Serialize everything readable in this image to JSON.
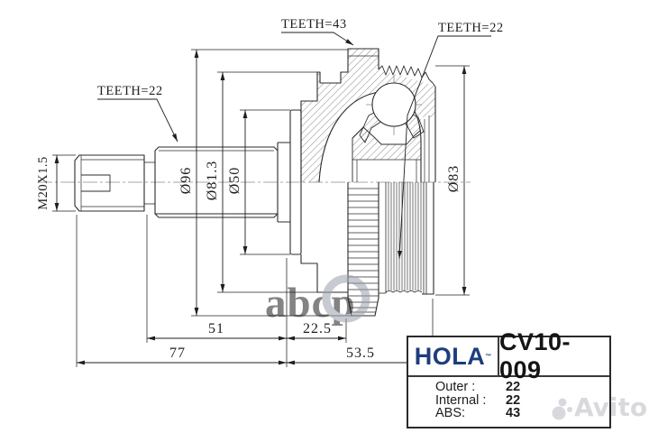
{
  "drawing": {
    "labels": {
      "teeth_left": "TEETH=22",
      "teeth_top": "TEETH=43",
      "teeth_right": "TEETH=22",
      "thread": "M20X1.5"
    },
    "diameters": {
      "d96": "Ø96",
      "d81": "Ø81.3",
      "d50": "Ø50",
      "d83": "Ø83"
    },
    "lengths": {
      "l51": "51",
      "l22": "22.5",
      "l77": "77",
      "l53": "53.5"
    }
  },
  "table": {
    "brand": "HOLA",
    "trademark": "™",
    "part_number": "CV10-009",
    "brand_color": "#1d3d7c",
    "specs": [
      {
        "label": "Outer :",
        "value": "22"
      },
      {
        "label": "Internal :",
        "value": "22"
      },
      {
        "label": "ABS:",
        "value": "43"
      }
    ]
  },
  "watermarks": {
    "abcp": "abcp",
    "avito": "Avito"
  }
}
